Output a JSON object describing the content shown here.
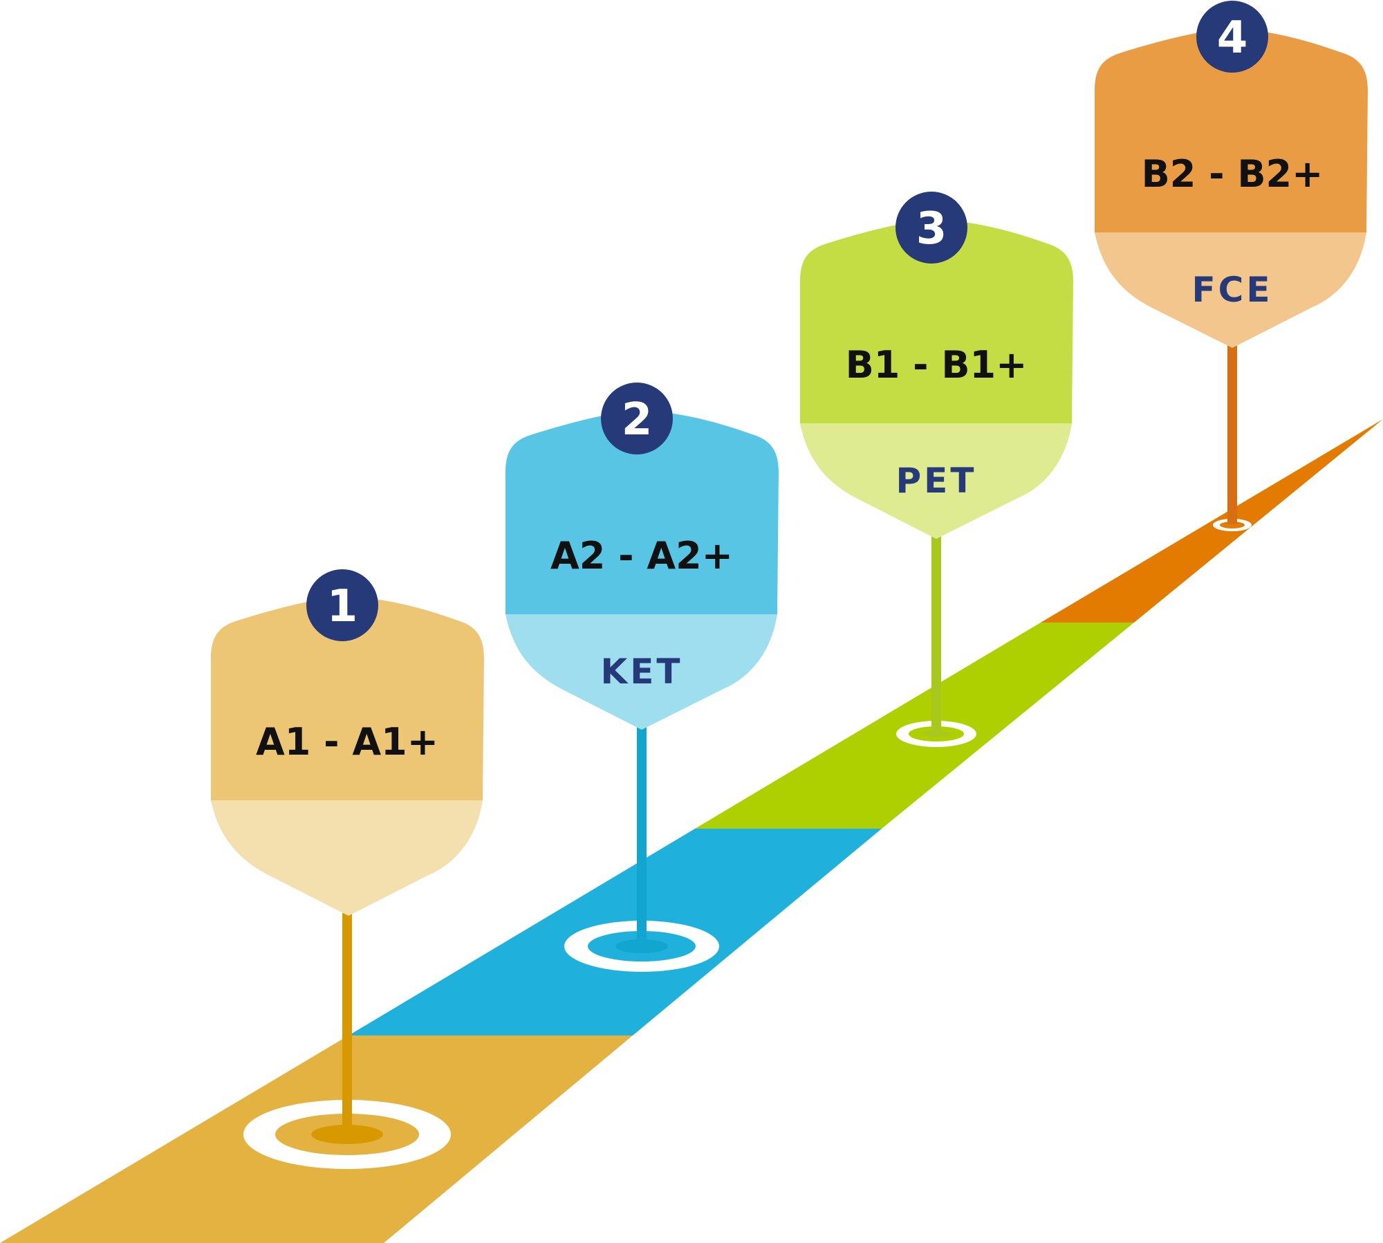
{
  "colors": {
    "badge": "#263a7a",
    "badge_text": "#ffffff",
    "level_text": "#111111",
    "exam_text": "#263a7a"
  },
  "steps": [
    {
      "number": "1",
      "level": "A1 - A1+",
      "exam": "",
      "color_top": "#ecc674",
      "color_bottom": "#f4dfae",
      "color_stem": "#d89800",
      "color_road": "#e3b241"
    },
    {
      "number": "2",
      "level": "A2 - A2+",
      "exam": "KET",
      "color_top": "#58c5e4",
      "color_bottom": "#9fdeef",
      "color_stem": "#12a5cf",
      "color_road": "#1fb0db"
    },
    {
      "number": "3",
      "level": "B1 - B1+",
      "exam": "PET",
      "color_top": "#c4dd44",
      "color_bottom": "#dfeb90",
      "color_stem": "#a9c81d",
      "color_road": "#afd000"
    },
    {
      "number": "4",
      "level": "B2 - B2+",
      "exam": "FCE",
      "color_top": "#ea9c44",
      "color_bottom": "#f3c68e",
      "color_stem": "#d86e12",
      "color_road": "#e37b00"
    }
  ]
}
